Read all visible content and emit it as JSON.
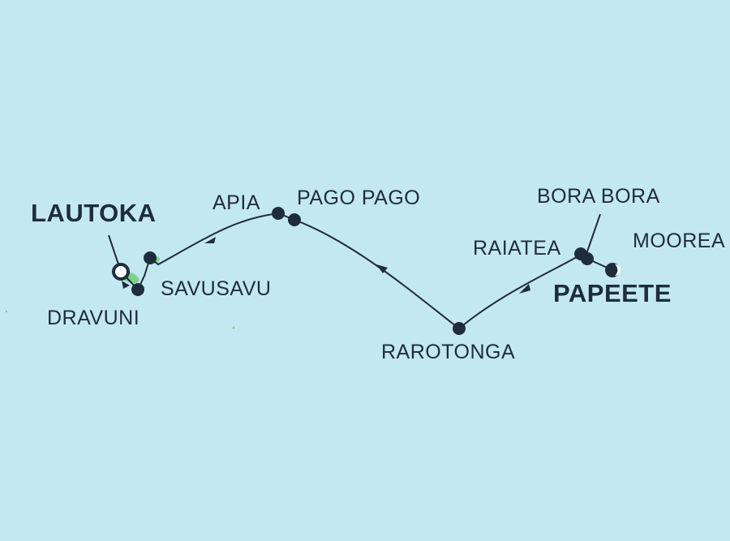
{
  "map": {
    "ports": [
      {
        "name": "LAUTOKA",
        "role": "start-end"
      },
      {
        "name": "DRAVUNI"
      },
      {
        "name": "SAVUSAVU"
      },
      {
        "name": "APIA"
      },
      {
        "name": "PAGO PAGO"
      },
      {
        "name": "RAROTONGA"
      },
      {
        "name": "RAIATEA"
      },
      {
        "name": "BORA BORA"
      },
      {
        "name": "MOOREA"
      },
      {
        "name": "PAPEETE",
        "role": "start-end"
      }
    ]
  },
  "colors": {
    "ocean": "#c3e8f1",
    "route": "#1e2d3d",
    "land": "#7fd08a"
  }
}
